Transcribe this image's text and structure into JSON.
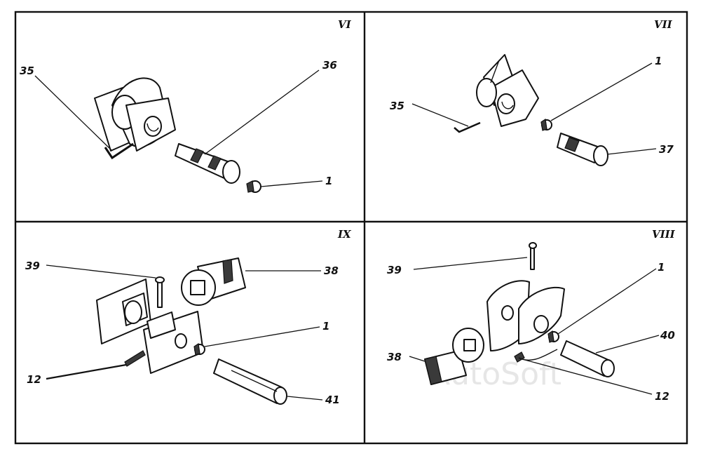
{
  "panels": {
    "p1": {
      "numeral": "VI",
      "labels": {
        "a": "35",
        "b": "36",
        "c": "1"
      }
    },
    "p2": {
      "numeral": "VII",
      "labels": {
        "a": "35",
        "b": "1",
        "c": "37"
      }
    },
    "p3": {
      "numeral": "IX",
      "labels": {
        "a": "39",
        "b": "38",
        "c": "1",
        "d": "12",
        "e": "41"
      }
    },
    "p4": {
      "numeral": "VIII",
      "labels": {
        "a": "39",
        "b": "1",
        "c": "40",
        "d": "38",
        "e": "12"
      }
    }
  },
  "watermark": "AutoSoft"
}
